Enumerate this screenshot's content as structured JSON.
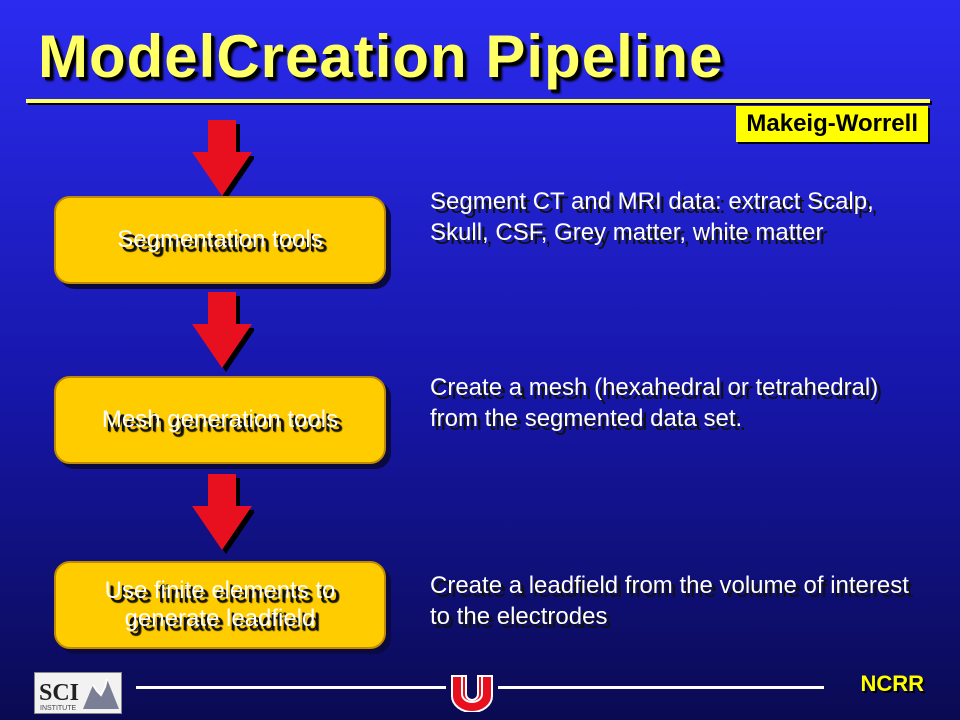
{
  "slide": {
    "title": "ModelCreation Pipeline",
    "author_badge": "Makeig-Worrell",
    "steps": [
      {
        "label": "Segmentation tools",
        "description": "Segment CT and MRI data: extract Scalp, Skull, CSF, Grey matter, white matter"
      },
      {
        "label": "Mesh generation tools",
        "description": "Create a mesh (hexahedral or tetrahedral) from the segmented data set."
      },
      {
        "label": "Use finite elements to generate leadfield",
        "description": "Create a leadfield from the volume of interest to the electrodes"
      }
    ],
    "footer": {
      "org": "NCRR",
      "logo_text": "SCI",
      "logo_subtext": "INSTITUTE"
    }
  },
  "colors": {
    "background_top": "#2b2bf0",
    "title": "#ffff66",
    "box_fill": "#ffcc00",
    "arrow": "#e8101e",
    "badge_fill": "#ffff00"
  }
}
